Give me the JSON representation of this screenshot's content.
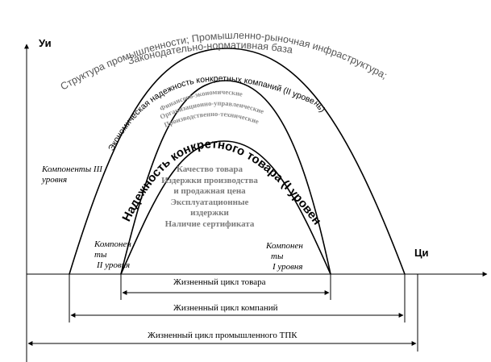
{
  "axes": {
    "y_label": "Уи",
    "x_label": "Ци"
  },
  "arcs": {
    "outer_text": "Структура промышленности; Промышленно-рыночная инфраструктура;",
    "outer_text_2": "Законодательно-нормативная база",
    "middle_text": "Экономическая надежность конкретных компаний (II уровень)",
    "middle_sub_1": "Финансово-экономические",
    "middle_sub_2": "Организационно-управленческие",
    "middle_sub_3": "Производственно-технические",
    "inner_text": "Надежность конкретного товара (I уровень)"
  },
  "inner_factors": [
    "Качество товара",
    "Издержки производства и продажная цена",
    "Эксплуатационные издержки",
    "Наличие сертификата"
  ],
  "side_labels": {
    "components_3": "Компоненты III уровня",
    "components_2_line1": "Компонен",
    "components_2_line2": "ты",
    "components_2_line3": "II уровня",
    "components_1_line1": "Компонен",
    "components_1_line2": "ты",
    "components_1_line3": "I уровня"
  },
  "lifecycles": {
    "product": "Жизненный цикл товара",
    "company": "Жизненный цикл компаний",
    "industry": "Жизненный цикл промышленного ТПК"
  }
}
